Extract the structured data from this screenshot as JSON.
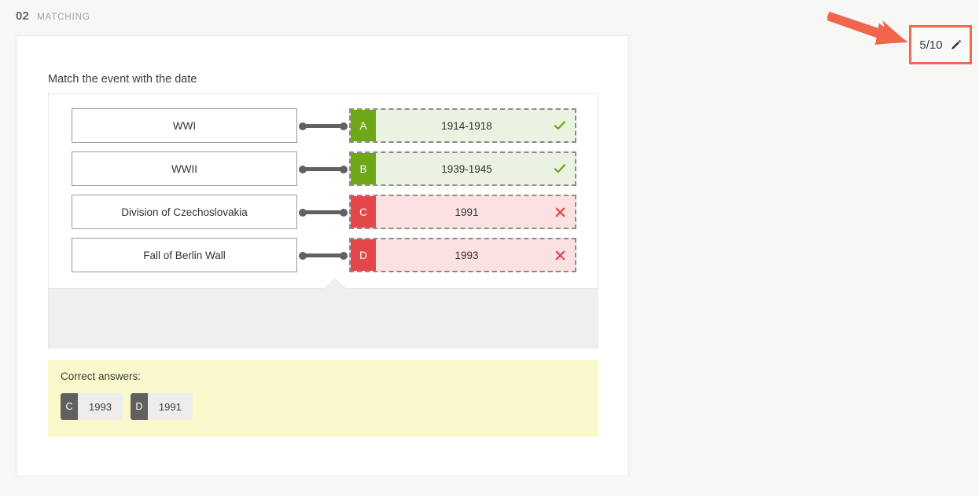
{
  "header": {
    "number": "02",
    "type_label": "MATCHING"
  },
  "score": {
    "value": "5/10",
    "edit_icon": "pencil-icon",
    "border_color": "#ee6a53",
    "annotation_arrow_color": "#f1654c"
  },
  "question": {
    "prompt": "Match the event with the date",
    "rows": [
      {
        "left": "WWI",
        "letter": "A",
        "answer": "1914-1918",
        "status": "correct",
        "mark": "check-icon",
        "badge_color": "#6ea818",
        "row_bg": "#eaf3e2"
      },
      {
        "left": "WWII",
        "letter": "B",
        "answer": "1939-1945",
        "status": "correct",
        "mark": "check-icon",
        "badge_color": "#6ea818",
        "row_bg": "#eaf3e2"
      },
      {
        "left": "Division of Czechoslovakia",
        "letter": "C",
        "answer": "1991",
        "status": "incorrect",
        "mark": "cross-icon",
        "badge_color": "#e4474a",
        "row_bg": "#fbe1e2"
      },
      {
        "left": "Fall of Berlin Wall",
        "letter": "D",
        "answer": "1993",
        "status": "incorrect",
        "mark": "cross-icon",
        "badge_color": "#e4474a",
        "row_bg": "#fbe1e2"
      }
    ]
  },
  "correct_answers": {
    "label": "Correct answers:",
    "chips": [
      {
        "letter": "C",
        "value": "1993"
      },
      {
        "letter": "D",
        "value": "1991"
      }
    ]
  }
}
